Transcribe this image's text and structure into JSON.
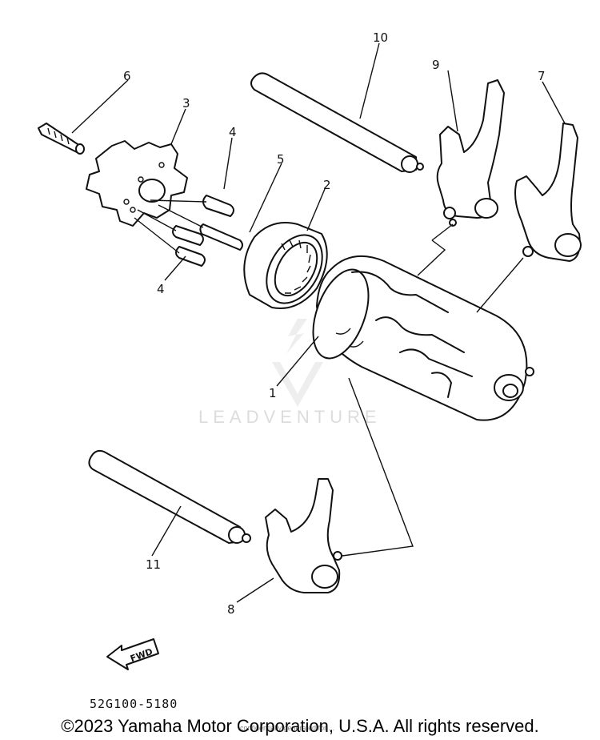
{
  "diagram": {
    "callouts": [
      {
        "id": "1",
        "label": "1"
      },
      {
        "id": "2",
        "label": "2"
      },
      {
        "id": "3",
        "label": "3"
      },
      {
        "id": "4a",
        "label": "4"
      },
      {
        "id": "4b",
        "label": "4"
      },
      {
        "id": "5",
        "label": "5"
      },
      {
        "id": "6",
        "label": "6"
      },
      {
        "id": "7",
        "label": "7"
      },
      {
        "id": "8",
        "label": "8"
      },
      {
        "id": "9",
        "label": "9"
      },
      {
        "id": "10",
        "label": "10"
      },
      {
        "id": "11",
        "label": "11"
      }
    ],
    "fwd_label": "FWD",
    "code": "52G100-5180"
  },
  "watermark": {
    "brand": "LEADVENTURE",
    "small": "confidentially generated for ..."
  },
  "footer": {
    "copyright": "©2023 Yamaha Motor Corporation, U.S.A. All rights reserved."
  }
}
